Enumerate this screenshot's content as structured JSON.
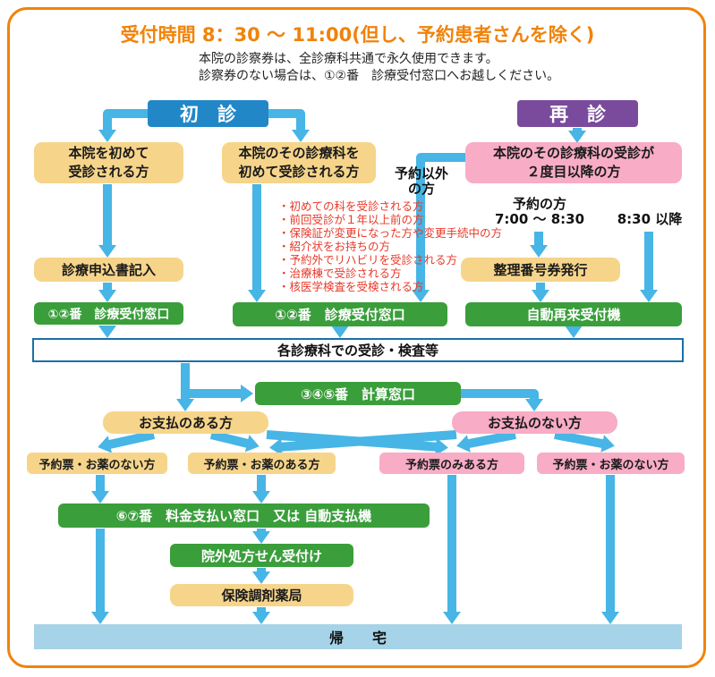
{
  "title": "受付時間 8：30 ～ 11:00(但し、予約患者さんを除く)",
  "notes": {
    "line1": "本院の診察券は、全診療科共通で永久使用できます。",
    "line2": "診察券のない場合は、①②番　診療受付窓口へお越しください。"
  },
  "headers": {
    "first_visit": "初　診",
    "revisit": "再　診"
  },
  "nodes": {
    "first_hospital": [
      "本院を初めて",
      "受診される方"
    ],
    "first_dept": [
      "本院のその診療科を",
      "初めて受診される方"
    ],
    "repeat_dept": [
      "本院のその診療科の受診が",
      "２度目以降の方"
    ],
    "non_reserved": [
      "予約以外",
      "の方"
    ],
    "reserved": [
      "予約の方",
      "7:00 ～ 8:30"
    ],
    "after_830": "8:30 以降",
    "application": "診療申込書記入",
    "reception1": "①②番　診療受付窓口",
    "reception2": "①②番　診療受付窓口",
    "number_ticket": "整理番号券発行",
    "auto_machine": "自動再来受付機",
    "examination": "各診療科での受診・検査等",
    "calc_counter": "③④⑤番　計算窓口",
    "has_payment": "お支払のある方",
    "no_payment": "お支払のない方",
    "no_ticket_left": "予約票・お薬のない方",
    "has_medicine": "予約票・お薬のある方",
    "ticket_only": "予約票のみある方",
    "no_ticket_right": "予約票・お薬のない方",
    "payment_counter": "⑥⑦番　料金支払い窓口　又は 自動支払機",
    "prescription": "院外処方せん受付け",
    "pharmacy": "保険調剤薬局",
    "home": "帰　　宅"
  },
  "red_list": [
    "・初めての科を受診される方",
    "・前回受診が１年以上前の方",
    "・保険証が変更になった方や変更手続中の方",
    "・紹介状をお持ちの方",
    "・予約外でリハビリを受診される方",
    "・治療棟で受診される方",
    "・核医学検査を受検される方"
  ],
  "colors": {
    "accent_orange": "#f0830a",
    "arrow_blue": "#47b5e5",
    "first_visit_blue": "#2287c7",
    "revisit_purple": "#7a4b9d",
    "box_yellow": "#f6d58b",
    "box_pink": "#f8acc6",
    "box_green": "#3a9e3b",
    "home_light_blue": "#a7d3e8",
    "red_text": "#e83828",
    "exam_border_blue": "#1a6fa8"
  }
}
